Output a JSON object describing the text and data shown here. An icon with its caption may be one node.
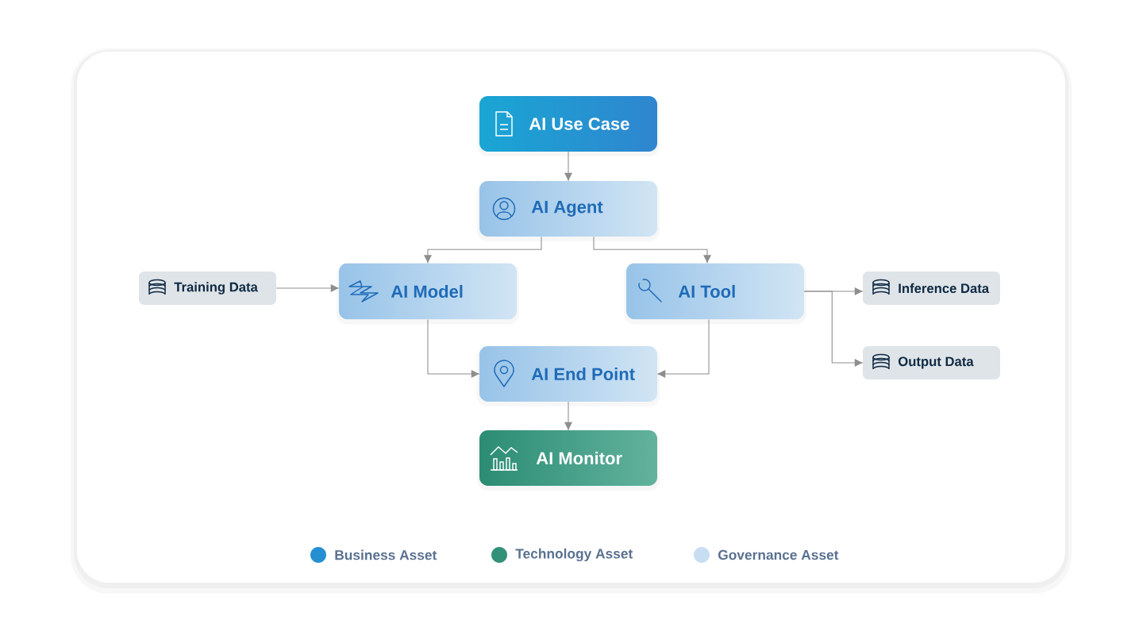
{
  "diagram": {
    "nodes": [
      {
        "text": [
          "AI Use Case"
        ]
      },
      {
        "text": [
          "AI Agent"
        ]
      },
      {
        "text": [
          "Training Data"
        ]
      },
      {
        "text": [
          "AI Model"
        ]
      },
      {
        "text": [
          "AI Tool"
        ]
      },
      {
        "text": [
          "Inference Data"
        ]
      },
      {
        "text": [
          "Output Data"
        ]
      },
      {
        "text": [
          "AI End Point"
        ]
      },
      {
        "text": [
          "AI Monitor"
        ]
      }
    ],
    "edges": [
      {
        "from": 0,
        "to": 1,
        "arrow": "to"
      },
      {
        "from": 1,
        "to": 3,
        "arrow": "to"
      },
      {
        "from": 1,
        "to": 4,
        "arrow": "to"
      },
      {
        "from": 2,
        "to": 3,
        "arrow": "to"
      },
      {
        "from": 4,
        "to": 5,
        "arrow": "to"
      },
      {
        "from": 4,
        "to": 6,
        "arrow": "to"
      },
      {
        "from": 3,
        "to": 7,
        "arrow": "to"
      },
      {
        "from": 4,
        "to": 7,
        "arrow": "to"
      },
      {
        "from": 7,
        "to": 8,
        "arrow": "to"
      }
    ],
    "legend": [
      {
        "text": "Business Asset",
        "color": "#2490d2"
      },
      {
        "text": "Technology Asset",
        "color": "#339079"
      },
      {
        "text": "Governance Asset",
        "color": "#c7ddf2"
      }
    ]
  }
}
